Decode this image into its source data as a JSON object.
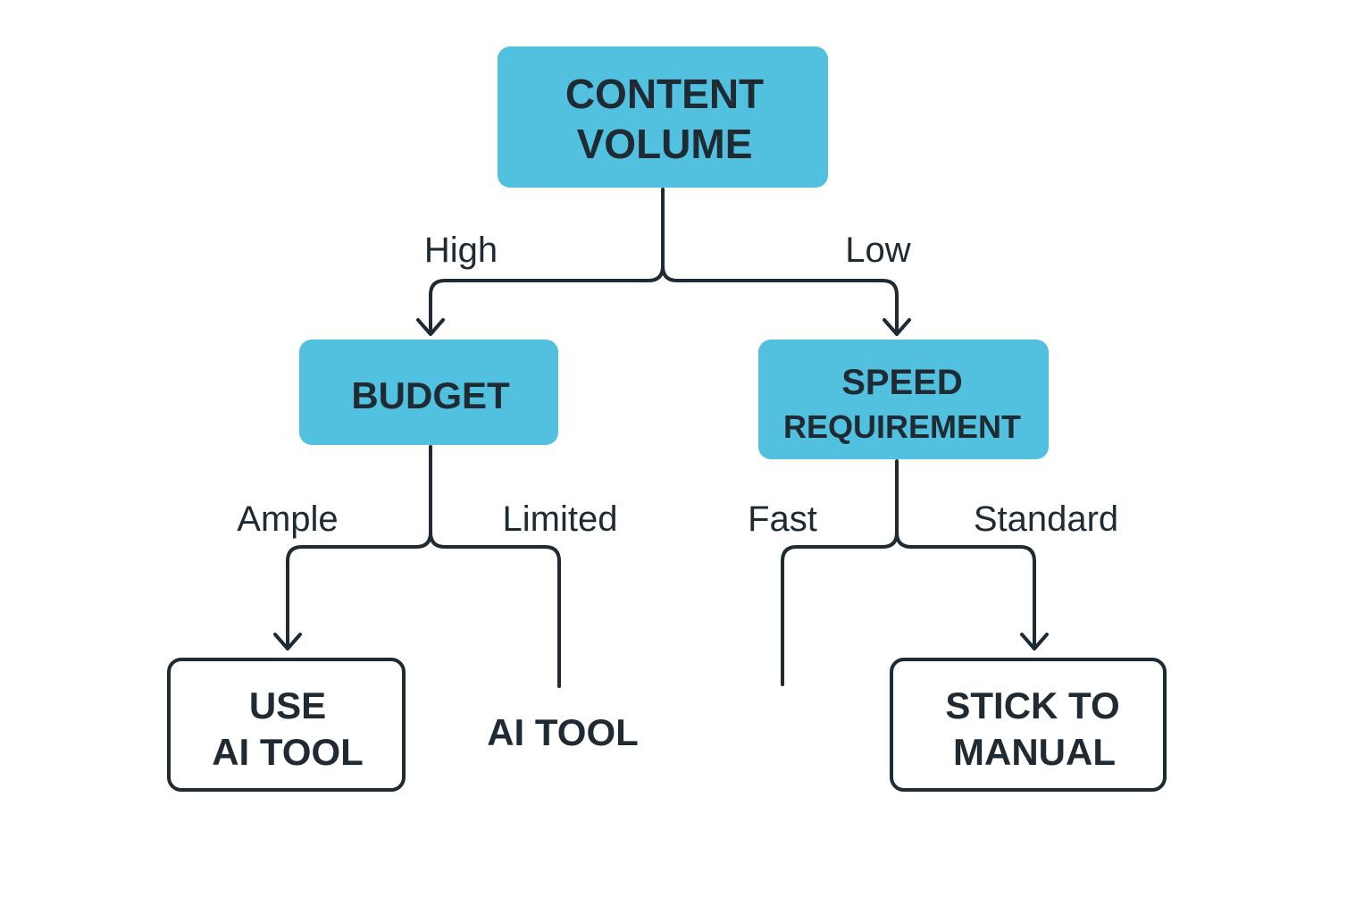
{
  "colors": {
    "decision_fill": "#52c0df",
    "line": "#1f2a33",
    "background": "#ffffff"
  },
  "nodes": {
    "content_volume": {
      "line1": "CONTENT",
      "line2": "VOLUME"
    },
    "budget": {
      "label": "BUDGET"
    },
    "speed_requirement": {
      "line1": "SPEED",
      "line2": "REQUIREMENT"
    },
    "use_ai_tool": {
      "line1": "USE",
      "line2": "AI TOOL"
    },
    "ai_tool": {
      "label": "AI TOOL"
    },
    "stick_to_manual": {
      "line1": "STICK TO",
      "line2": "MANUAL"
    }
  },
  "edges": {
    "high": "High",
    "low": "Low",
    "ample": "Ample",
    "limited": "Limited",
    "fast": "Fast",
    "standard": "Standard"
  }
}
